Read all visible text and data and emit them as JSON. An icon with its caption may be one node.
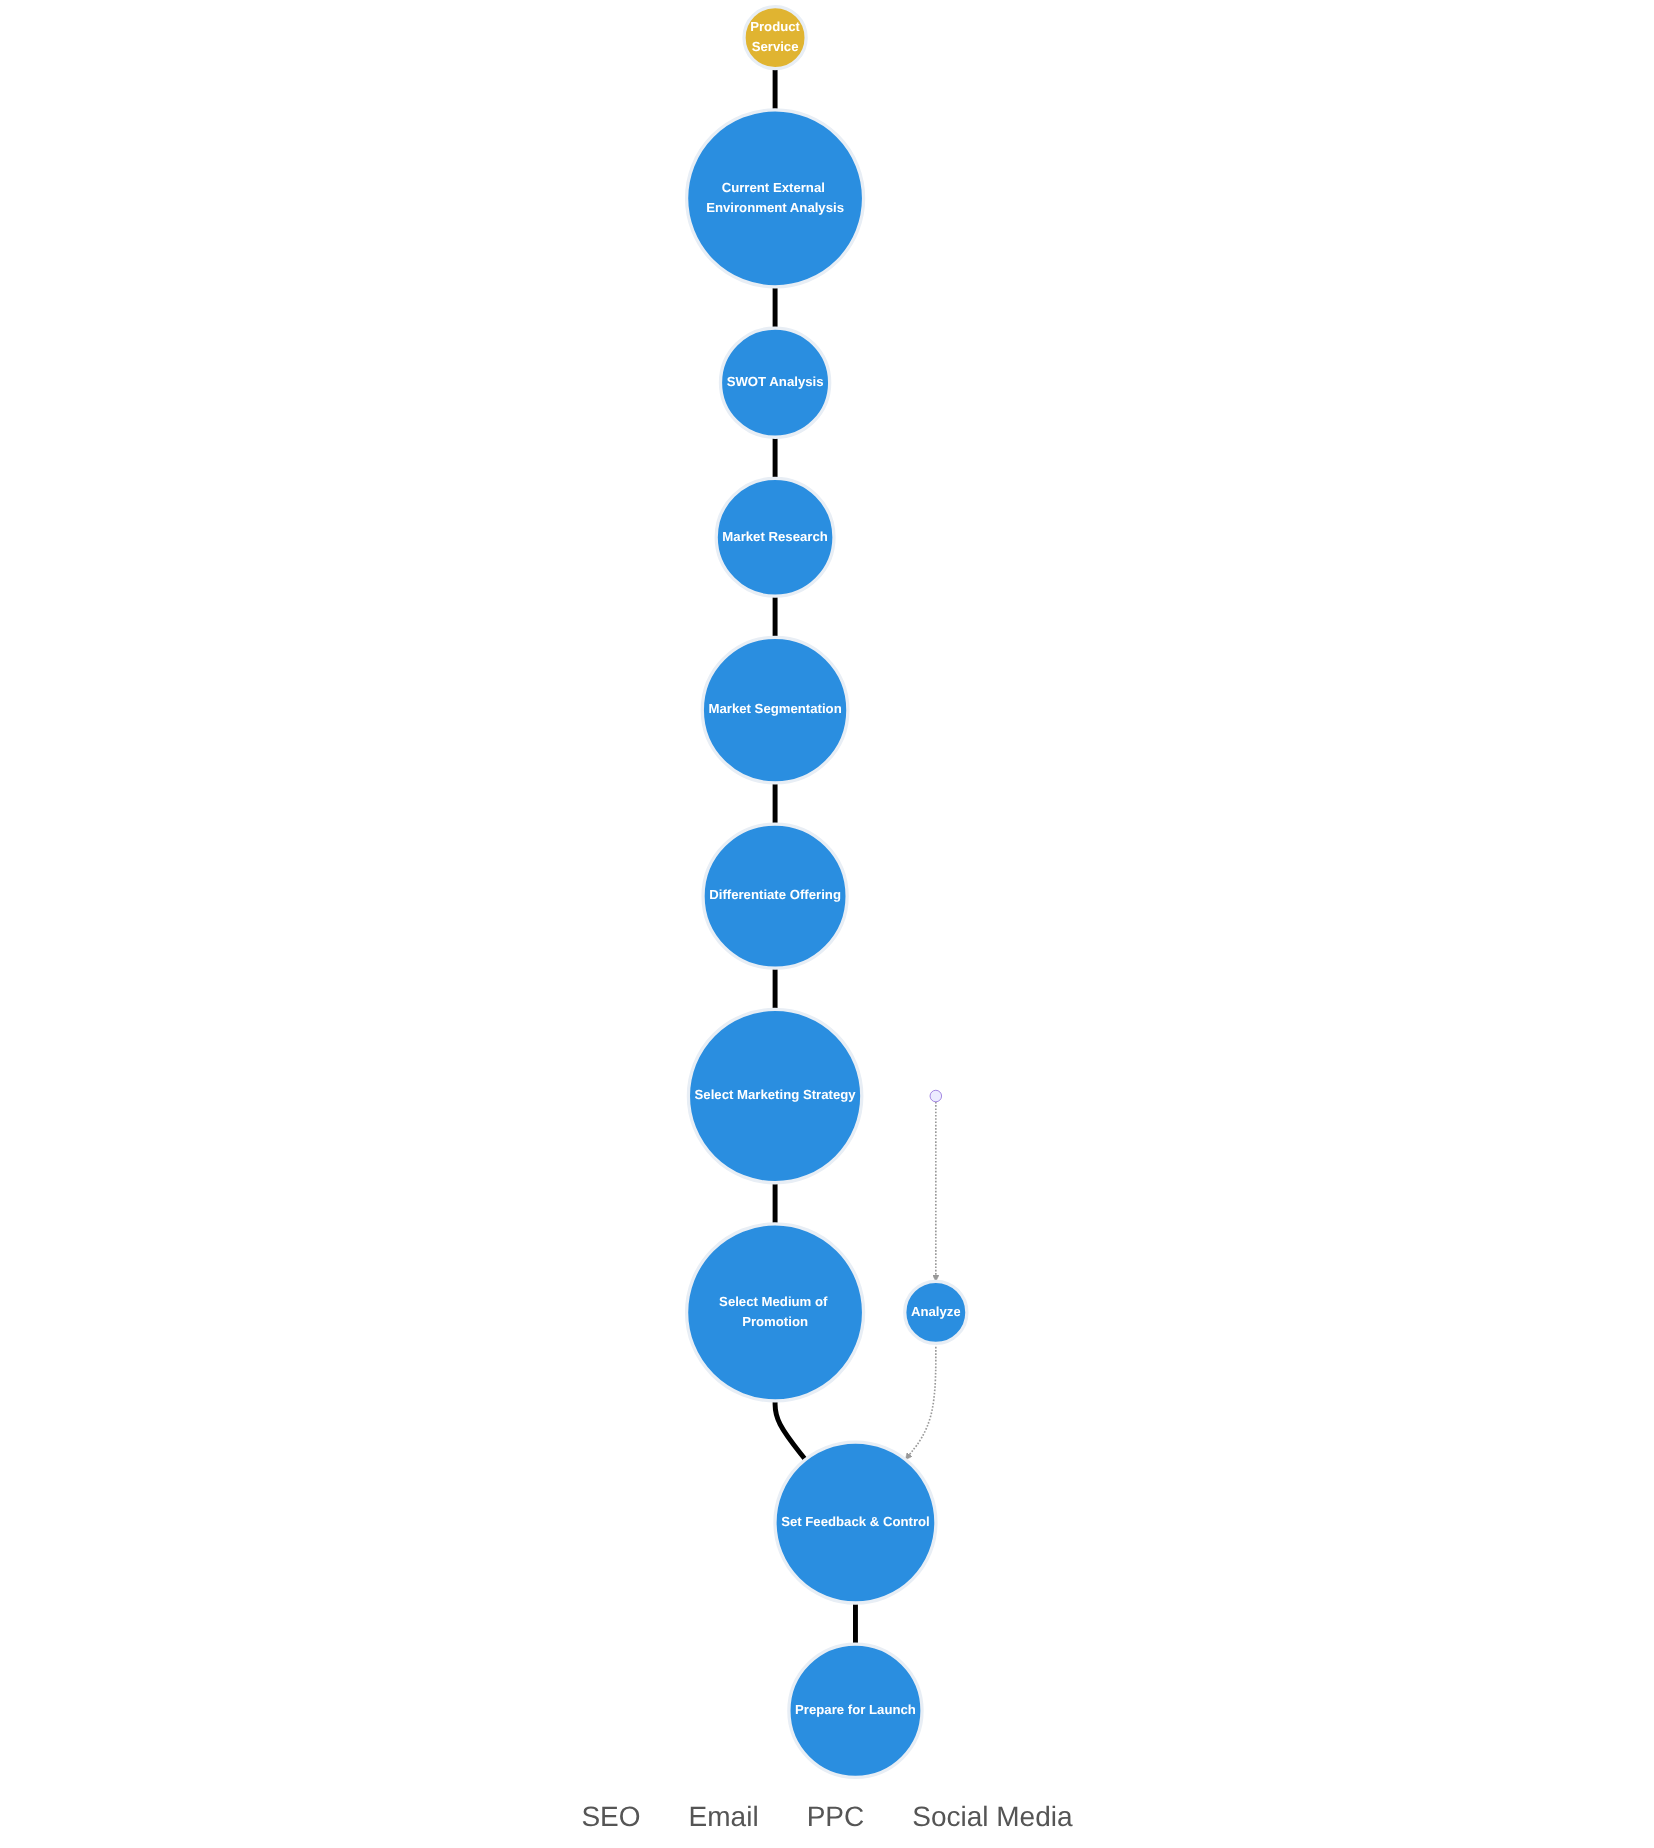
{
  "diagram": {
    "nodes": [
      {
        "text": [
          "Product",
          "Service"
        ]
      },
      {
        "text": [
          "Current External Environment Analysis"
        ]
      },
      {
        "text": [
          "SWOT Analysis"
        ]
      },
      {
        "text": [
          "Market Research"
        ]
      },
      {
        "text": [
          "Market Segmentation"
        ]
      },
      {
        "text": [
          "Differentiate Offering"
        ]
      },
      {
        "text": [
          "Select Marketing Strategy"
        ]
      },
      {
        "text": [
          "Select Medium of Promotion"
        ]
      },
      {
        "text": [
          "Set Feedback & Control"
        ]
      },
      {
        "text": [
          "Analyze"
        ]
      },
      {
        "text": [
          "Prepare for Launch"
        ]
      }
    ],
    "edges": [
      {
        "from": 0,
        "to": 1,
        "arrow": "none"
      },
      {
        "from": 1,
        "to": 2,
        "arrow": "none"
      },
      {
        "from": 2,
        "to": 3,
        "arrow": "none"
      },
      {
        "from": 3,
        "to": 4,
        "arrow": "none"
      },
      {
        "from": 4,
        "to": 5,
        "arrow": "none"
      },
      {
        "from": 5,
        "to": 6,
        "arrow": "none"
      },
      {
        "from": 6,
        "to": 7,
        "arrow": "none"
      },
      {
        "from": 7,
        "to": 8,
        "arrow": "none"
      },
      {
        "from": 8,
        "to": 10,
        "arrow": "none"
      },
      {
        "from": null,
        "to": 9,
        "arrow": "to",
        "style": "dashed",
        "color": "#999999"
      },
      {
        "from": 9,
        "to": 8,
        "arrow": "to",
        "style": "dashed",
        "color": "#999999"
      }
    ],
    "labels": [
      "SEO",
      "Email",
      "PPC",
      "Social Media"
    ]
  }
}
